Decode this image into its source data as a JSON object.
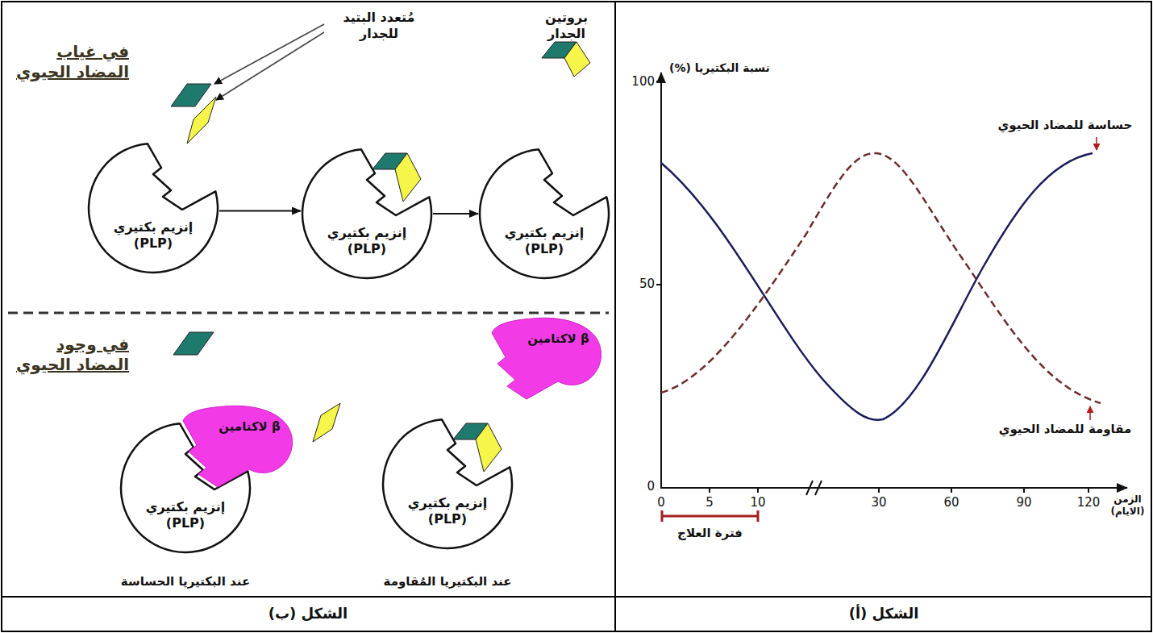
{
  "diagram": {
    "nodes": [
      {
        "text": [
          "إنزيم بكتيري (PLP)"
        ]
      },
      {
        "text": [
          "إنزيم بكتيري (PLP)"
        ]
      },
      {
        "text": [
          "إنزيم بكتيري (PLP)"
        ]
      },
      {
        "text": [
          "إنزيم بكتيري (PLP)"
        ]
      },
      {
        "text": [
          "β لاكتامين"
        ]
      },
      {
        "text": [
          "إنزيم بكتيري (PLP)"
        ]
      },
      {
        "text": [
          "β لاكتامين"
        ]
      }
    ],
    "edges": [
      {
        "from": 0,
        "to": 1,
        "arrow": "to"
      },
      {
        "from": 1,
        "to": 2,
        "arrow": "to"
      }
    ],
    "labels": [
      "في غياب المضاد الحيوي",
      "مُتعدد البتيد للجدار",
      "بروتين الجدار",
      "في وجود المضاد الحيوي",
      "عند البكتيريا الحساسة",
      "عند البكتيريا المُقاومة",
      "الشكل (ب)",
      "نسبة البكتيريا (%)",
      "100",
      "50",
      "0",
      "0",
      "5",
      "10",
      "30",
      "60",
      "90",
      "120",
      "الزمن (الايام)",
      "فترة العلاج",
      "حساسة للمضاد الحيوي",
      "مقاومة للمضاد الحيوي",
      "الشكل (أ)"
    ]
  }
}
